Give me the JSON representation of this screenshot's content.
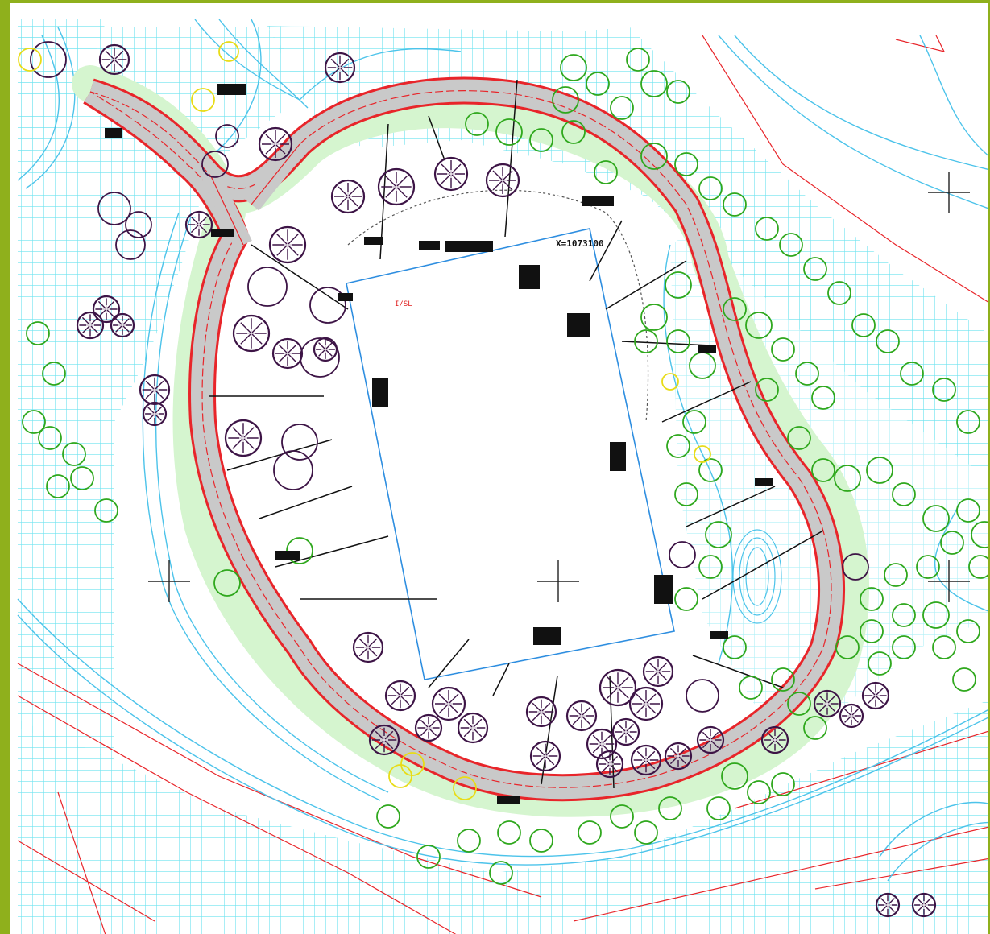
{
  "plan": {
    "coordinate_label": "X=1073100",
    "area_label": "I/SL",
    "colors": {
      "grid_hatch": "#6fe3ef",
      "path_red": "#e8252a",
      "path_fill": "#c9c9c9",
      "green_strip": "#d5f5cf",
      "tree_purple": "#3d1446",
      "tree_green": "#2fa81d",
      "tree_yellow": "#e8dc17",
      "contour_cyan": "#4cc3ea",
      "site_blue": "#2e8ee0",
      "border": "#8fb01c"
    },
    "icons": [
      "crosshair-mark",
      "tree-symbol",
      "callout-leader"
    ]
  }
}
